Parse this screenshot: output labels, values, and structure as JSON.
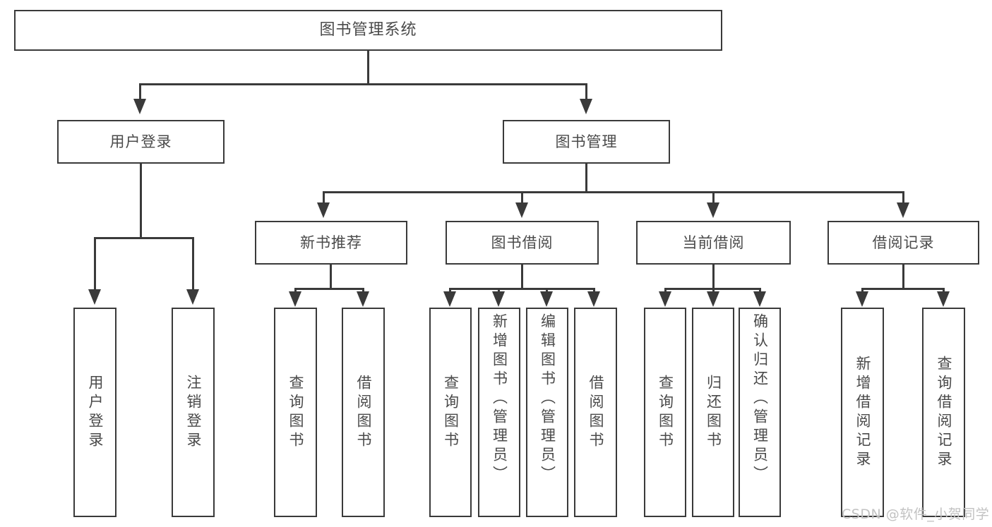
{
  "diagram": {
    "title": "图书管理系统",
    "type": "功能结构图",
    "watermark": "CSDN @软件_小贺同学",
    "colors": {
      "stroke": "#3a3a3a",
      "box_fill": "#ffffff",
      "text": "#4a4a4a",
      "background": "#ffffff",
      "watermark": "#c2c2c2"
    }
  },
  "nodes": {
    "root": {
      "label": "图书管理系统"
    },
    "level2": [
      {
        "label": "用户登录"
      },
      {
        "label": "图书管理"
      }
    ],
    "level3": [
      {
        "label": "新书推荐"
      },
      {
        "label": "图书借阅"
      },
      {
        "label": "当前借阅"
      },
      {
        "label": "借阅记录"
      }
    ],
    "leaves": {
      "user_login": [
        {
          "label": "用户登录"
        },
        {
          "label": "注销登录"
        }
      ],
      "new_book": [
        {
          "label": "查询图书"
        },
        {
          "label": "借阅图书"
        }
      ],
      "book_borrow": [
        {
          "label": "查询图书"
        },
        {
          "label": "新增图书（管理员）"
        },
        {
          "label": "编辑图书（管理员）"
        },
        {
          "label": "借阅图书"
        }
      ],
      "current_borrow": [
        {
          "label": "查询图书"
        },
        {
          "label": "归还图书"
        },
        {
          "label": "确认归还（管理员）"
        }
      ],
      "borrow_record": [
        {
          "label": "新增借阅记录"
        },
        {
          "label": "查询借阅记录"
        }
      ]
    }
  }
}
